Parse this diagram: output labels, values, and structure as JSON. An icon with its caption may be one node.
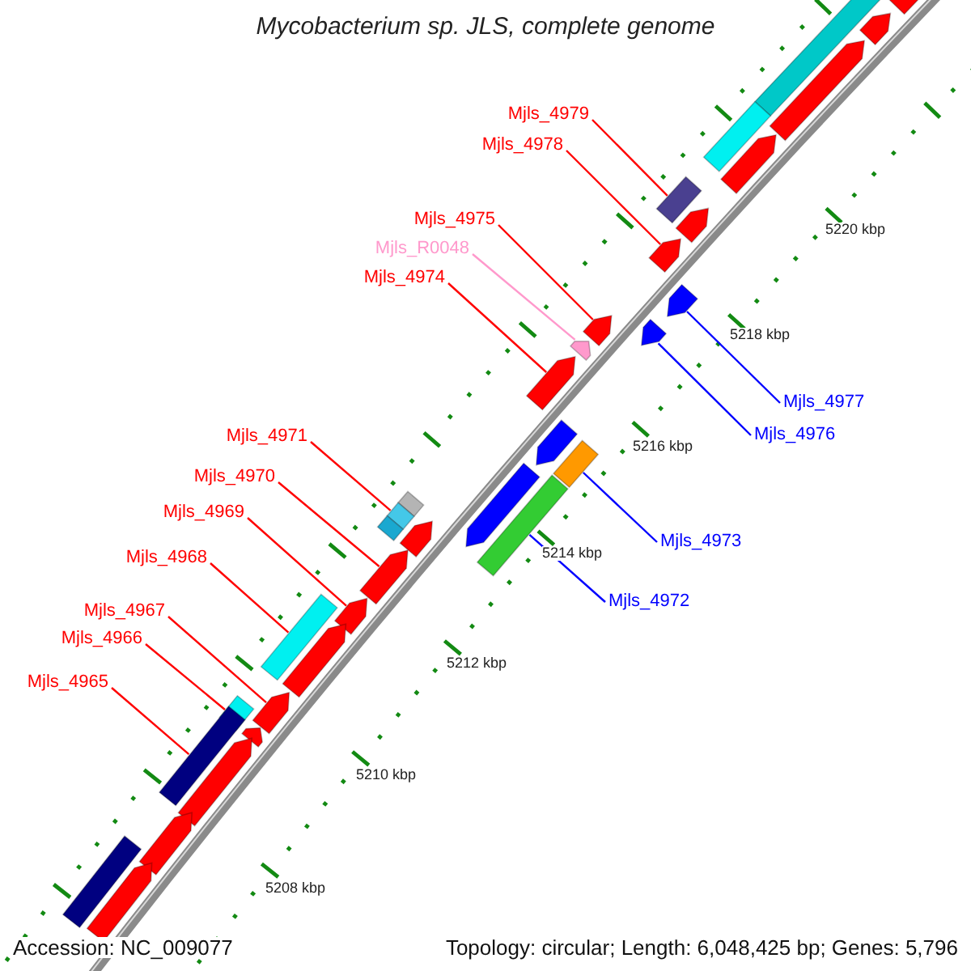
{
  "diagram": {
    "title": "Mycobacterium sp. JLS, complete genome",
    "nodes": [
      {
        "text": [
          "Mjls_4979"
        ]
      },
      {
        "text": [
          "Mjls_4978"
        ]
      },
      {
        "text": [
          "Mjls_4975"
        ]
      },
      {
        "text": [
          "Mjls_R0048"
        ]
      },
      {
        "text": [
          "Mjls_4974"
        ]
      },
      {
        "text": [
          "Mjls_4977"
        ]
      },
      {
        "text": [
          "Mjls_4976"
        ]
      },
      {
        "text": [
          "Mjls_4971"
        ]
      },
      {
        "text": [
          "Mjls_4970"
        ]
      },
      {
        "text": [
          "Mjls_4969"
        ]
      },
      {
        "text": [
          "Mjls_4973"
        ]
      },
      {
        "text": [
          "Mjls_4968"
        ]
      },
      {
        "text": [
          "Mjls_4972"
        ]
      },
      {
        "text": [
          "Mjls_4967"
        ]
      },
      {
        "text": [
          "Mjls_4966"
        ]
      },
      {
        "text": [
          "Mjls_4965"
        ]
      },
      {
        "text": [],
        "shape": "bar"
      },
      {
        "text": [],
        "shape": "bar"
      },
      {
        "text": [],
        "shape": "bar"
      },
      {
        "text": [],
        "shape": "bar"
      },
      {
        "text": [],
        "shape": "bar"
      },
      {
        "text": [],
        "shape": "bar"
      },
      {
        "text": [],
        "shape": "bar"
      },
      {
        "text": [],
        "shape": "bar"
      },
      {
        "text": [],
        "shape": "bar"
      },
      {
        "text": [],
        "shape": "bar"
      },
      {
        "text": [],
        "shape": "bar"
      },
      {
        "text": [],
        "shape": "bar"
      },
      {
        "text": [],
        "shape": "bar"
      },
      {
        "text": [],
        "shape": "bar"
      },
      {
        "text": [],
        "shape": "bar"
      },
      {
        "text": [],
        "shape": "bar"
      },
      {
        "text": [],
        "shape": "bar"
      },
      {
        "text": [],
        "shape": "bar"
      },
      {
        "text": [],
        "shape": "bar"
      },
      {
        "text": [],
        "shape": "bar"
      },
      {
        "text": [],
        "shape": "bar"
      },
      {
        "text": [],
        "shape": "bar"
      },
      {
        "text": [],
        "shape": "bar"
      },
      {
        "text": [],
        "shape": "bar"
      },
      {
        "text": [],
        "shape": "bar"
      }
    ],
    "edges": [
      {
        "from": 0,
        "to": 16,
        "arrow": "none"
      },
      {
        "from": 1,
        "to": 17,
        "arrow": "none"
      },
      {
        "from": 2,
        "to": 19,
        "arrow": "none"
      },
      {
        "from": 3,
        "to": 21,
        "arrow": "none",
        "color": "#ff99cc"
      },
      {
        "from": 4,
        "to": 22,
        "arrow": "none"
      },
      {
        "from": 5,
        "to": 18,
        "arrow": "none",
        "color": "#0000ff"
      },
      {
        "from": 6,
        "to": 20,
        "arrow": "none",
        "color": "#0000ff"
      },
      {
        "from": 7,
        "to": 25,
        "arrow": "none"
      },
      {
        "from": 8,
        "to": 26,
        "arrow": "none"
      },
      {
        "from": 9,
        "to": 27,
        "arrow": "none"
      },
      {
        "from": 10,
        "to": 23,
        "arrow": "none",
        "color": "#0000ff"
      },
      {
        "from": 11,
        "to": 28,
        "arrow": "none"
      },
      {
        "from": 12,
        "to": 24,
        "arrow": "none",
        "color": "#0000ff"
      },
      {
        "from": 13,
        "to": 29,
        "arrow": "none"
      },
      {
        "from": 14,
        "to": 30,
        "arrow": "none"
      },
      {
        "from": 15,
        "to": 31,
        "arrow": "none"
      }
    ],
    "labels": [
      "5220 kbp",
      "5218 kbp",
      "5216 kbp",
      "5214 kbp",
      "5212 kbp",
      "5210 kbp",
      "5208 kbp",
      "Accession: NC_009077",
      "Topology: circular; Length: 6,048,425 bp; Genes: 5,796"
    ]
  }
}
